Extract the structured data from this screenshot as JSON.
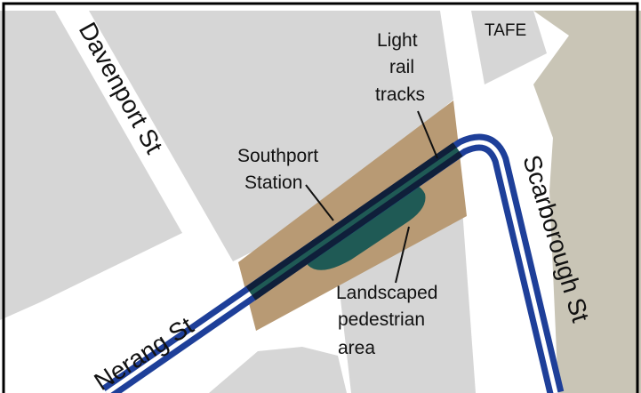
{
  "map": {
    "labels": {
      "tafe": "TAFE",
      "light_rail_line1": "Light",
      "light_rail_line2": "rail",
      "light_rail_line3": "tracks",
      "southport_line1": "Southport",
      "southport_line2": "Station",
      "landscaped_line1": "Landscaped",
      "landscaped_line2": "pedestrian",
      "landscaped_line3": "area",
      "davenport": "Davenport St",
      "nerang": "Nerang St",
      "scarborough": "Scarborough St"
    },
    "colors": {
      "block": "#d6d6d6",
      "road": "#ffffff",
      "tafe_block": "#c9c5b6",
      "pedestrian_area": "#b89a74",
      "station_platform": "#1f5a55",
      "track_outer": "#1e3f99",
      "track_inner": "#0f1f3a",
      "frame": "#000000"
    }
  }
}
